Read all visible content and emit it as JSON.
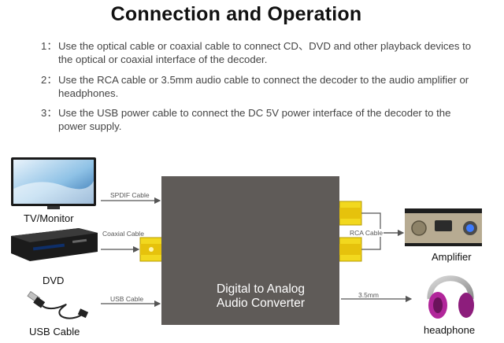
{
  "header": {
    "title": "Connection and Operation"
  },
  "steps": [
    {
      "num": "1：",
      "text": "Use the optical cable or coaxial cable to connect CD、DVD and other playback devices to the optical or coaxial interface of the decoder."
    },
    {
      "num": "2：",
      "text": "Use the RCA cable or 3.5mm audio cable to connect the decoder to the audio amplifier or headphones."
    },
    {
      "num": "3：",
      "text": "Use the USB power cable to connect the DC 5V power interface of the decoder to the power supply."
    }
  ],
  "devices": {
    "tv": "TV/Monitor",
    "dvd": "DVD",
    "usb": "USB Cable",
    "amplifier": "Amplifier",
    "headphone": "headphone"
  },
  "cables": {
    "spdif": "SPDIF Cable",
    "coaxial": "Coaxial Cable",
    "usb": "USB Cable",
    "rca": "RCA Cable",
    "jack": "3.5mm"
  },
  "converter": {
    "line1": "Digital to Analog",
    "line2": "Audio Converter"
  },
  "colors": {
    "box": "#5f5b58",
    "rca_jack": "#f2d81e",
    "arrow": "#555555"
  }
}
